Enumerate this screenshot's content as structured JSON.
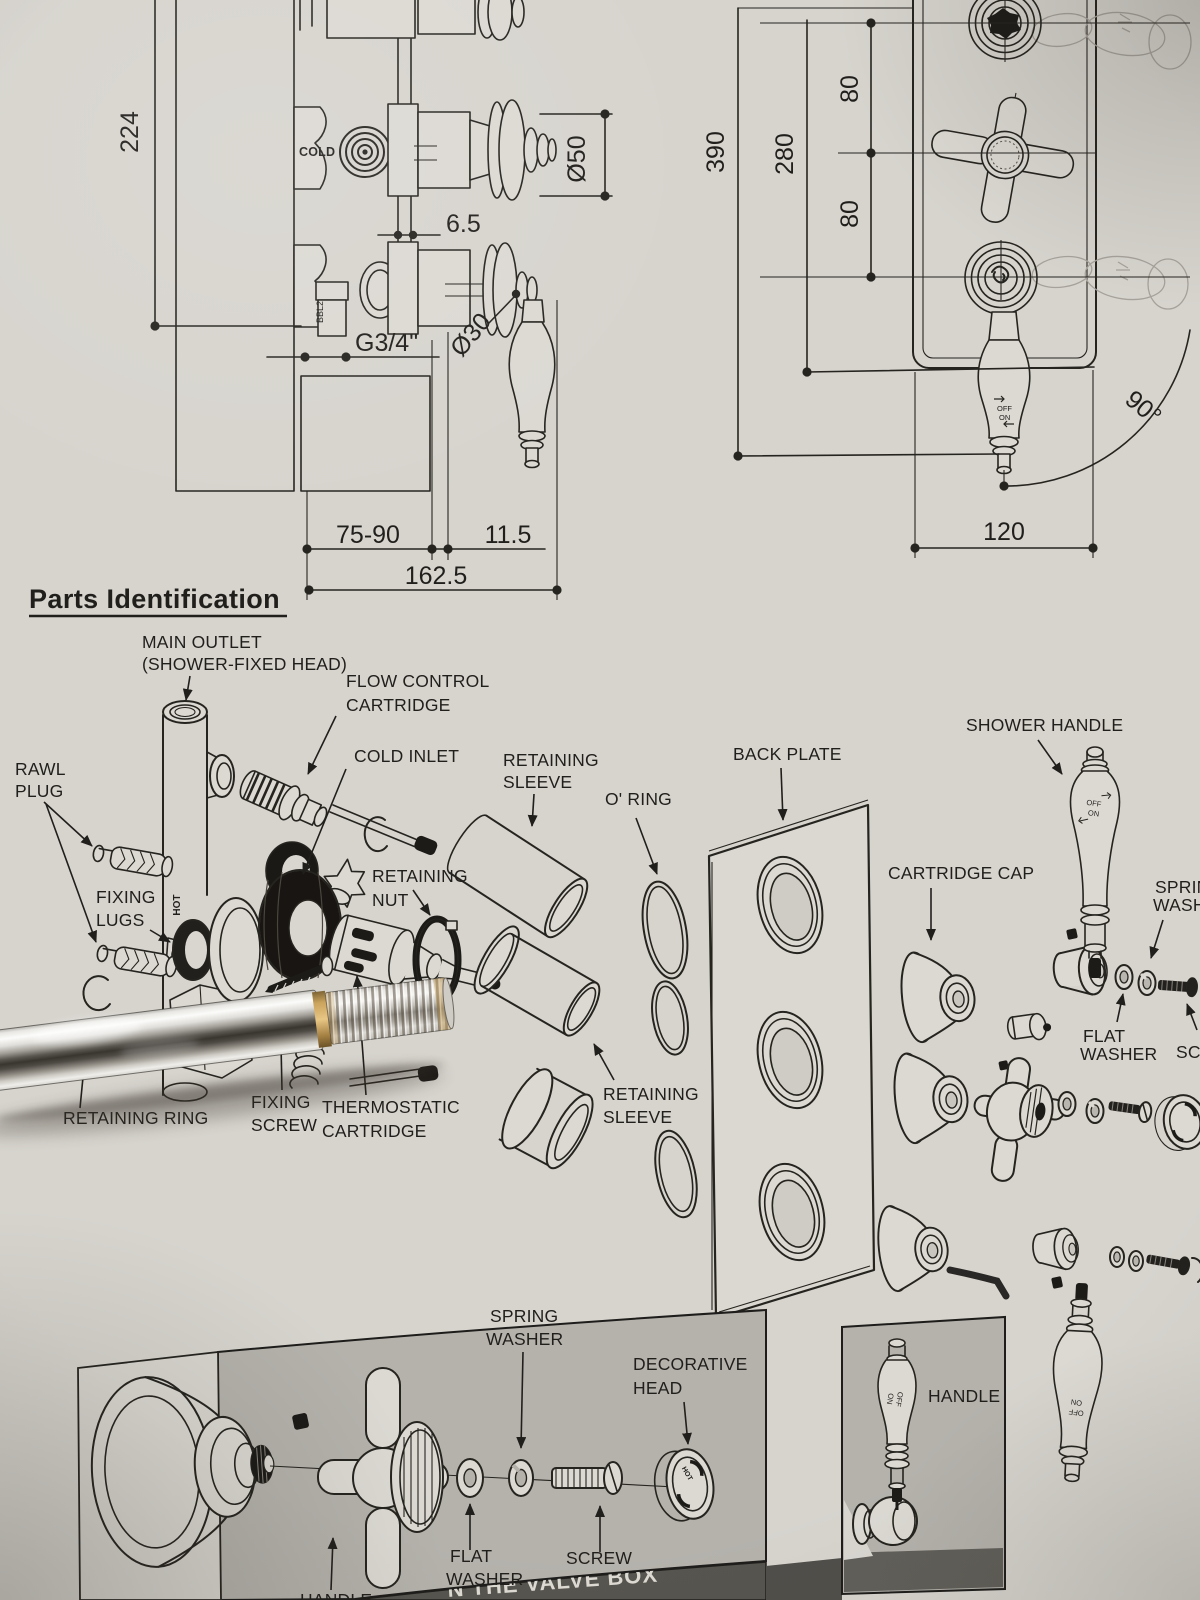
{
  "colors": {
    "paper": "#d7d4ce",
    "ink": "#26241f",
    "box_gray": "#b5b2ac",
    "band_dark": "#57554f",
    "brass": "#c09a55"
  },
  "section_title": "Parts Identification",
  "side_view": {
    "dim_height": "224",
    "dim_plate": "6.5",
    "thread": "G3/4\"",
    "dia_handle": "Ø50",
    "dia_lever": "Ø30",
    "depth_range": "75-90",
    "trim_depth": "11.5",
    "total_depth": "162.5",
    "cold": "COLD",
    "fitting_code": "BBL2"
  },
  "front_view": {
    "height": "390",
    "inner_height": "280",
    "pitch_top": "80",
    "pitch_bottom": "80",
    "width": "120",
    "swing": "90°"
  },
  "exploded": {
    "main_outlet": [
      "MAIN OUTLET",
      "(SHOWER-FIXED HEAD)"
    ],
    "flow_control": [
      "FLOW CONTROL",
      "CARTRIDGE"
    ],
    "cold_inlet": "COLD INLET",
    "retaining_sleeve_top": [
      "RETAINING",
      "SLEEVE"
    ],
    "o_ring": "O' RING",
    "back_plate": "BACK PLATE",
    "shower_handle": "SHOWER HANDLE",
    "cartridge_cap": "CARTRIDGE CAP",
    "rawl_plug": [
      "RAWL",
      "PLUG"
    ],
    "fixing_lugs": [
      "FIXING",
      "LUGS"
    ],
    "retaining_nut": [
      "RETAINING",
      "NUT"
    ],
    "spring_washer": [
      "SPRING",
      "WASHER"
    ],
    "flat_washer": [
      "FLAT",
      "WASHER"
    ],
    "screw": "SCREW",
    "retaining_ring": "RETAINING RING",
    "fixing_screw": [
      "FIXING",
      "SCREW"
    ],
    "thermostatic_cartridge": [
      "THERMOSTATIC",
      "CARTRIDGE"
    ],
    "retaining_sleeve_bottom": [
      "RETAINING",
      "SLEEVE"
    ],
    "hot": "HOT",
    "off": "OFF",
    "on": "ON"
  },
  "handle_box": {
    "spring_washer": [
      "SPRING",
      "WASHER"
    ],
    "decorative_head": [
      "DECORATIVE",
      "HEAD"
    ],
    "flat_washer": [
      "FLAT",
      "WASHER"
    ],
    "screw": "SCREW",
    "handle": "HANDLE",
    "handle_partial": "HANDLE",
    "hot": "HOT",
    "off": "OFF",
    "on": "ON"
  },
  "banner": {
    "text": "N THE VALVE BOX"
  }
}
